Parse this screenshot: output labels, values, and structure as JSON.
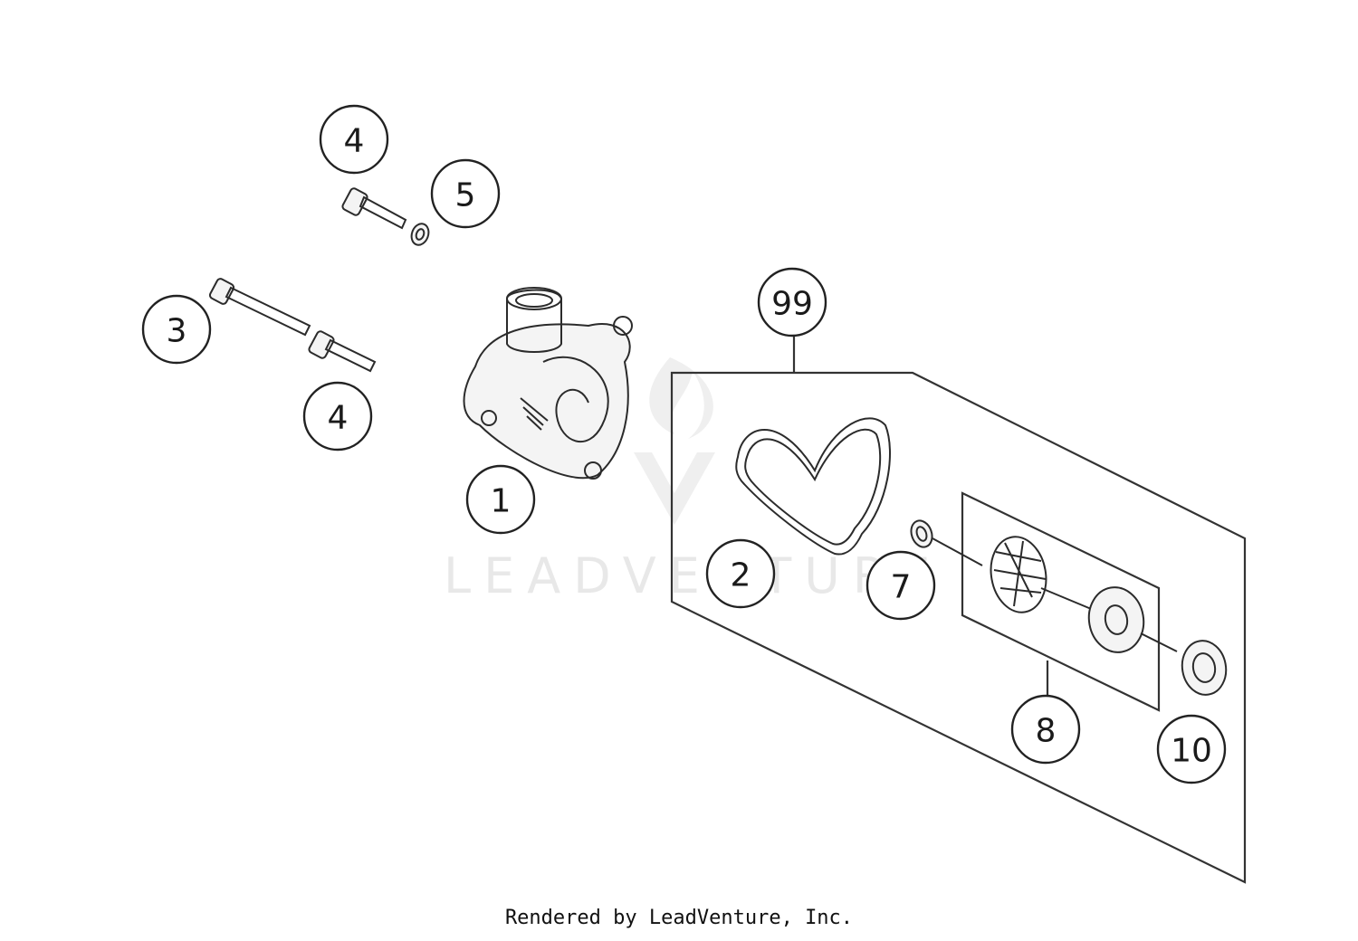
{
  "diagram": {
    "callouts": [
      {
        "id": "c4a",
        "label": "4"
      },
      {
        "id": "c5",
        "label": "5"
      },
      {
        "id": "c3",
        "label": "3"
      },
      {
        "id": "c4b",
        "label": "4"
      },
      {
        "id": "c1",
        "label": "1"
      },
      {
        "id": "c99",
        "label": "99"
      },
      {
        "id": "c2",
        "label": "2"
      },
      {
        "id": "c7",
        "label": "7"
      },
      {
        "id": "c8",
        "label": "8"
      },
      {
        "id": "c10",
        "label": "10"
      }
    ]
  },
  "watermark": {
    "text": "LEADVENTURE"
  },
  "footer": {
    "text": "Rendered by LeadVenture, Inc."
  }
}
